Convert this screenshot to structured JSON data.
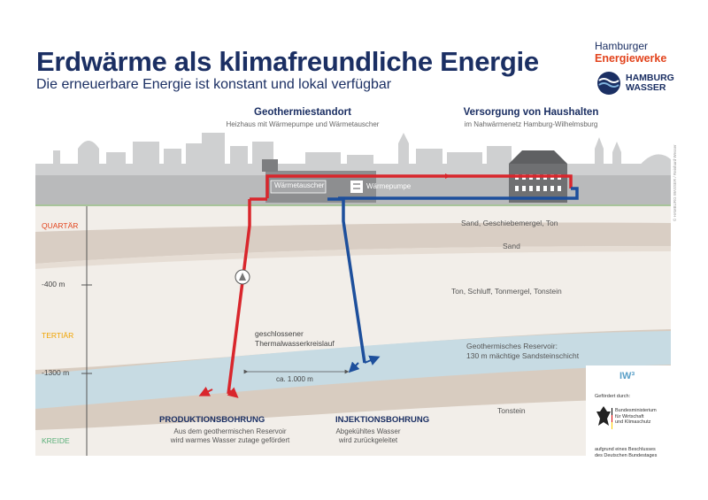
{
  "title": "Erdwärme als klimafreundliche Energie",
  "subtitle": "Die erneuerbare Energie ist konstant und lokal verfügbar",
  "logos": {
    "hamburger_energiewerke_line1": "Hamburger",
    "hamburger_energiewerke_line2": "Energiewerke",
    "hamburg_wasser_line1": "HAMBURG",
    "hamburg_wasser_line2": "WASSER"
  },
  "sites": {
    "geothermal": {
      "title": "Geothermiestandort",
      "subtitle": "Heizhaus mit Wärmepumpe und Wärmetauscher"
    },
    "supply": {
      "title": "Versorgung von Haushalten",
      "subtitle": "im Nahwärmenetz Hamburg-Wilhelmsburg"
    }
  },
  "plant": {
    "heat_exchanger": "Wärmetauscher",
    "heat_pump": "Wärmepumpe"
  },
  "eras": [
    {
      "label": "QUARTÄR",
      "color": "#e2431c"
    },
    {
      "label": "TERTIÄR",
      "color": "#f0a300"
    },
    {
      "label": "KREIDE",
      "color": "#5bb07a"
    }
  ],
  "depths": [
    "-400 m",
    "-1300 m"
  ],
  "layers": [
    "Sand, Geschiebemergel, Ton",
    "Sand",
    "Ton, Schluff, Tonmergel, Tonstein",
    "Geothermisches Reservoir:",
    "130 m mächtige Sandsteinschicht",
    "Tonstein"
  ],
  "loop_label_1": "geschlossener",
  "loop_label_2": "Thermalwasserkreislauf",
  "distance": "ca. 1.000 m",
  "production": {
    "title": "PRODUKTIONSBOHRUNG",
    "line1": "Aus dem geothermischen Reservoir",
    "line2": "wird warmes Wasser zutage gefördert"
  },
  "injection": {
    "title": "INJEKTIONSBOHRUNG",
    "line1": "Abgekühltes Wasser",
    "line2": "wird zurückgeleitet"
  },
  "funding": {
    "program": "IW³",
    "funded_by": "Gefördert durch:",
    "ministry_1": "Bundesministerium",
    "ministry_2": "für Wirtschaft",
    "ministry_3": "und Klimaschutz",
    "decision_1": "aufgrund eines Beschlusses",
    "decision_2": "des Deutschen Bundestages"
  },
  "credit": "© HAMBURG WASSER / Reinhard Wesser",
  "colors": {
    "hot": "#d9262c",
    "cold": "#1d4f9c",
    "navy": "#1b2f63",
    "reservoir": "#c9dbe3",
    "band": "#d7ccc2",
    "sky_city": "#cfd0d1",
    "ground": "#b8b9ba"
  }
}
